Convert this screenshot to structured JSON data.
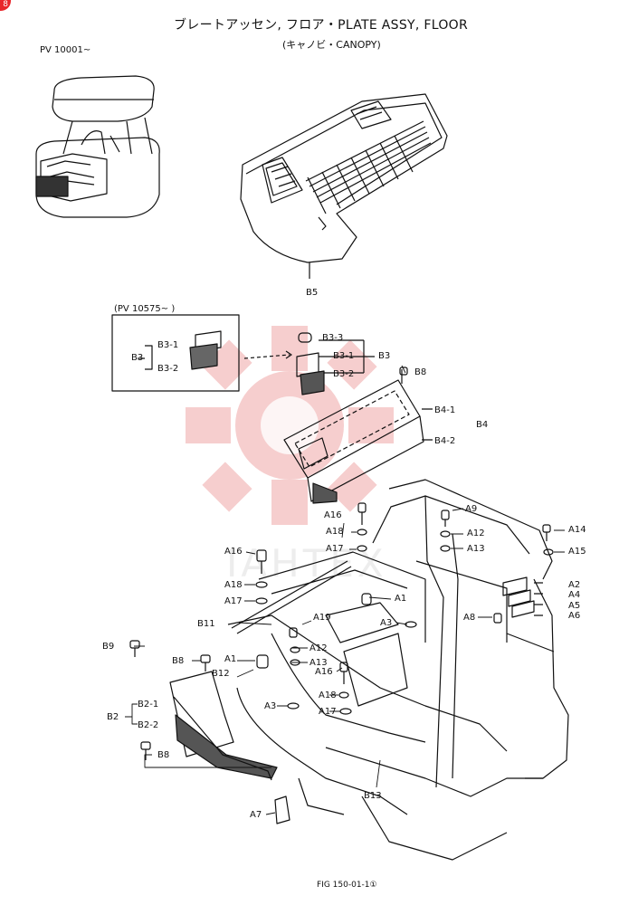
{
  "header": {
    "title": "ブレートアッセン, フロア・PLATE ASSY, FLOOR",
    "subtitle": "(キャノビ・CANOPY)",
    "serial_range": "PV 10001~",
    "inset_serial": "(PV 10575~          )"
  },
  "badge": {
    "text": "8",
    "color": "#e8262b"
  },
  "watermark": {
    "text": "IAHTEX",
    "color": "#f2b4b4"
  },
  "footer": {
    "figure_number": "FIG 150-01-1①"
  },
  "parts": {
    "B5": "B5",
    "B3": "B3",
    "B3_1": "B3-1",
    "B3_2": "B3-2",
    "B3_3": "B3-3",
    "B4": "B4",
    "B4_1": "B4-1",
    "B4_2": "B4-2",
    "B8": "B8",
    "B9": "B9",
    "B11": "B11",
    "B12": "B12",
    "B13": "B13",
    "B2": "B2",
    "B2_1": "B2-1",
    "B2_2": "B2-2",
    "A1": "A1",
    "A2": "A2",
    "A3": "A3",
    "A4": "A4",
    "A5": "A5",
    "A6": "A6",
    "A7": "A7",
    "A8": "A8",
    "A9": "A9",
    "A12": "A12",
    "A13": "A13",
    "A14": "A14",
    "A15": "A15",
    "A16": "A16",
    "A17": "A17",
    "A18": "A18",
    "A19": "A19"
  }
}
